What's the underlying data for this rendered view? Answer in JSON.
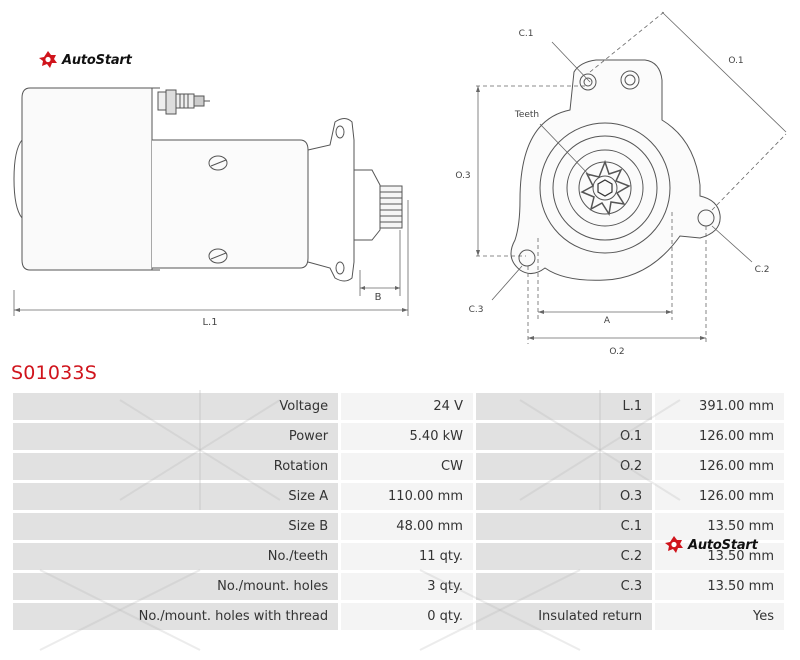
{
  "brand": {
    "name": "AutoStart",
    "accent_color": "#d0141c"
  },
  "drawing": {
    "side_view": {
      "label_length": "L.1",
      "label_b": "B"
    },
    "front_view": {
      "label_c1": "C.1",
      "label_c2": "C.2",
      "label_c3": "C.3",
      "label_o1": "O.1",
      "label_o2": "O.2",
      "label_o3": "O.3",
      "label_a": "A",
      "label_teeth": "Teeth"
    }
  },
  "product": {
    "code": "S01033S"
  },
  "specs": {
    "rows": [
      {
        "label": "Voltage",
        "value": "24 V",
        "label2": "L.1",
        "value2": "391.00 mm"
      },
      {
        "label": "Power",
        "value": "5.40 kW",
        "label2": "O.1",
        "value2": "126.00 mm"
      },
      {
        "label": "Rotation",
        "value": "CW",
        "label2": "O.2",
        "value2": "126.00 mm"
      },
      {
        "label": "Size A",
        "value": "110.00 mm",
        "label2": "O.3",
        "value2": "126.00 mm"
      },
      {
        "label": "Size B",
        "value": "48.00 mm",
        "label2": "C.1",
        "value2": "13.50 mm"
      },
      {
        "label": "No./teeth",
        "value": "11 qty.",
        "label2": "C.2",
        "value2": "13.50 mm"
      },
      {
        "label": "No./mount. holes",
        "value": "3 qty.",
        "label2": "C.3",
        "value2": "13.50 mm"
      },
      {
        "label": "No./mount. holes with thread",
        "value": "0 qty.",
        "label2": "Insulated return",
        "value2": "Yes"
      }
    ]
  }
}
